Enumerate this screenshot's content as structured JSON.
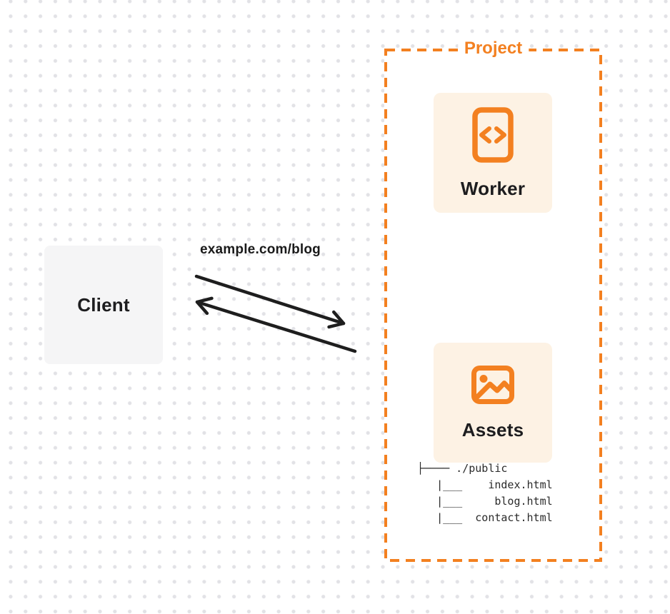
{
  "diagram": {
    "client": {
      "label": "Client"
    },
    "request": {
      "url_label": "example.com/blog"
    },
    "project": {
      "label": "Project",
      "worker": {
        "label": "Worker",
        "icon": "code-document-icon"
      },
      "assets": {
        "label": "Assets",
        "icon": "image-icon",
        "file_tree": "├──── ./public\n   |___    index.html\n   |___     blog.html\n   |___  contact.html",
        "files": [
          "./public",
          "index.html",
          "blog.html",
          "contact.html"
        ]
      }
    },
    "arrows": {
      "request_direction": "client-to-project",
      "response_direction": "project-to-client"
    },
    "colors": {
      "accent_orange": "#F38020",
      "card_background": "#FDF2E4",
      "client_background": "#F5F5F6",
      "arrow_black": "#1E1E1E",
      "dot_grid": "#E2E2E6"
    }
  }
}
